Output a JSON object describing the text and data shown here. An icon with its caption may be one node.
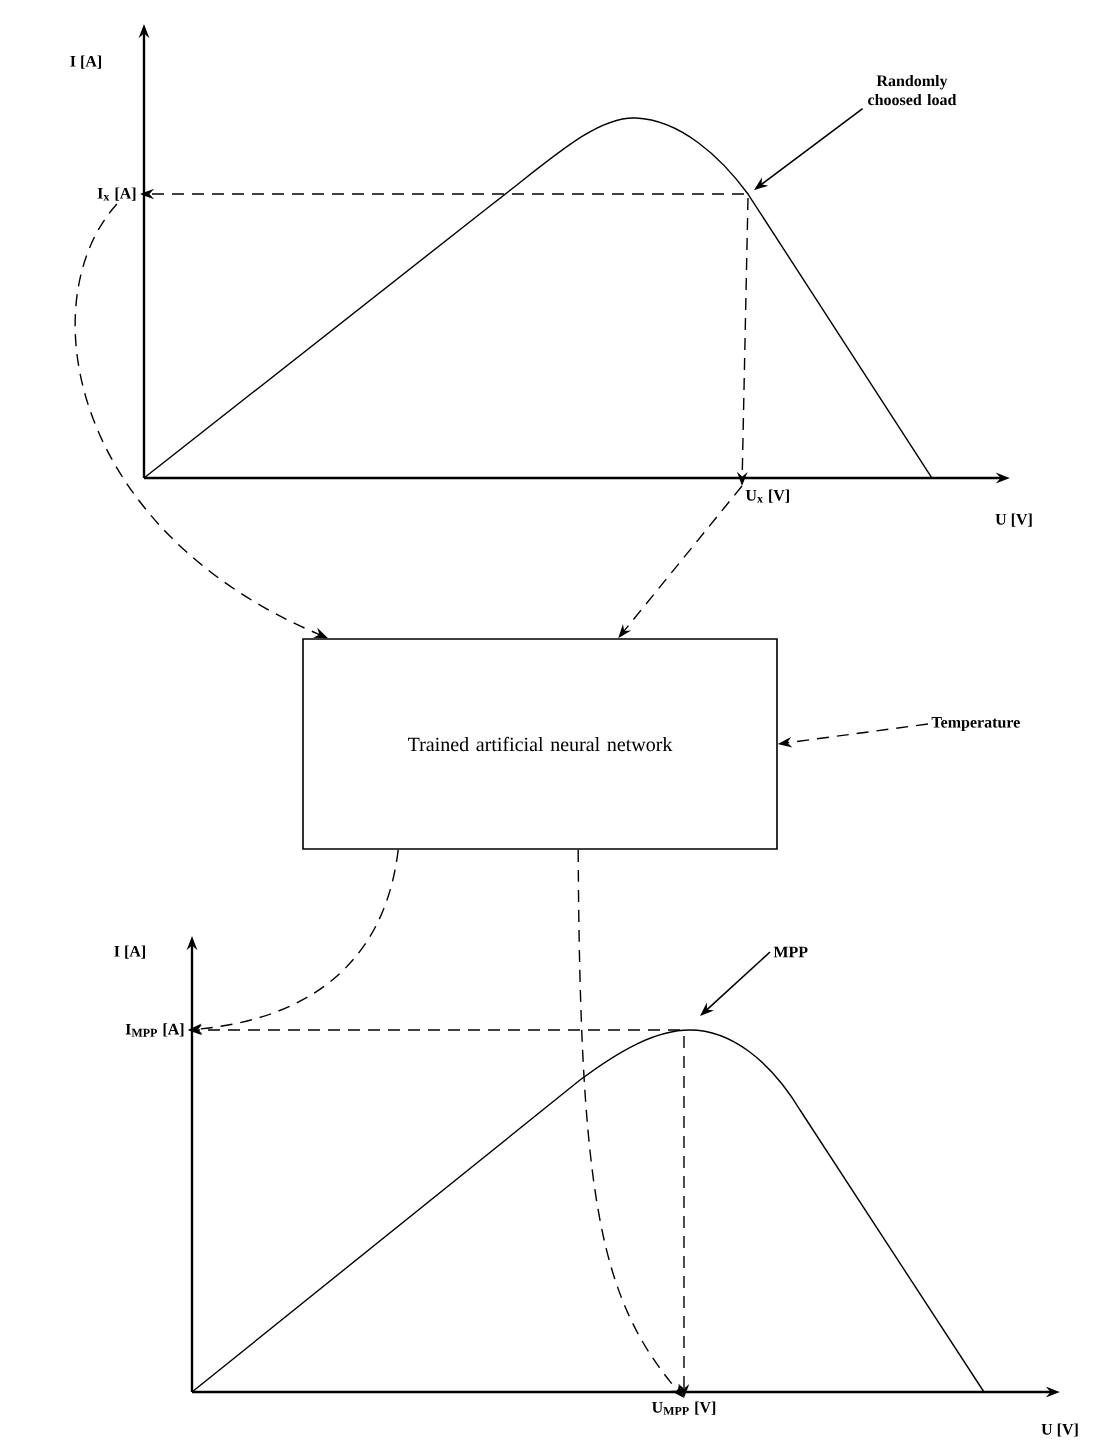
{
  "diagram": {
    "nodes": [
      {
        "text": [
          "Randomly choosed load"
        ]
      },
      {
        "text": [
          "I$_{x}$ [A]"
        ]
      },
      {
        "text": [
          "U$_{x}$ [V]"
        ]
      },
      {
        "text": [
          "Trained artificial neural network"
        ]
      },
      {
        "text": [
          "Temperature"
        ]
      },
      {
        "text": [
          "I$_{MPP}$ [A]"
        ]
      },
      {
        "text": [
          "MPP"
        ]
      },
      {
        "text": [
          "U$_{MPP}$ [V]"
        ]
      }
    ],
    "edges": [
      {
        "from": 0,
        "to": null,
        "arrow": "to"
      },
      {
        "from": null,
        "to": 1,
        "arrow": "to",
        "style": "dashed"
      },
      {
        "from": null,
        "to": 2,
        "arrow": "to",
        "style": "dashed"
      },
      {
        "from": 1,
        "to": 3,
        "arrow": "to",
        "style": "dashed"
      },
      {
        "from": 2,
        "to": 3,
        "arrow": "to",
        "style": "dashed"
      },
      {
        "from": 4,
        "to": 3,
        "arrow": "to",
        "style": "dashed"
      },
      {
        "from": 3,
        "to": 5,
        "arrow": "to",
        "style": "dashed"
      },
      {
        "from": 3,
        "to": 7,
        "arrow": "to",
        "style": "dashed"
      },
      {
        "from": 6,
        "to": null,
        "arrow": "to"
      },
      {
        "from": null,
        "to": 5,
        "arrow": "to",
        "style": "dashed"
      },
      {
        "from": null,
        "to": 7,
        "arrow": "to",
        "style": "dashed"
      }
    ],
    "labels": [
      "I [A]",
      "U [V]",
      "I [A]",
      "U [V]"
    ]
  }
}
